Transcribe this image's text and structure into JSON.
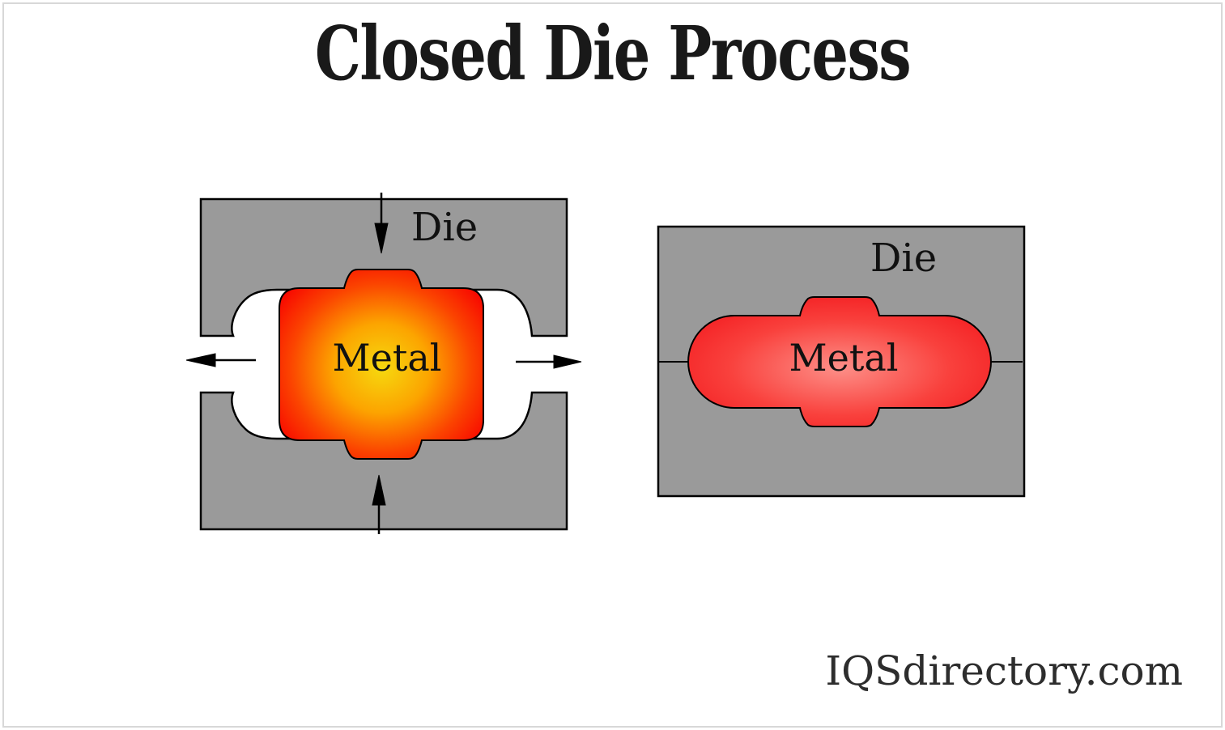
{
  "title": "Closed Die Process",
  "watermark": "IQSdirectory.com",
  "figures": {
    "left": {
      "die_label": "Die",
      "metal_label": "Metal",
      "icons": [
        "arrow-down",
        "arrow-up",
        "arrow-left",
        "arrow-right"
      ]
    },
    "right": {
      "die_label": "Die",
      "metal_label": "Metal"
    }
  },
  "colors": {
    "die_gray": "#9a9a9a",
    "outline": "#000000",
    "left_metal_center": "#f6d90f",
    "left_metal_mid": "#fca400",
    "left_metal_hot": "#fb4400",
    "left_metal_edge": "#f80600",
    "right_metal_center": "#fd8f88",
    "right_metal_mid": "#f9413d",
    "right_metal_edge": "#f2171c",
    "title_text": "#191919",
    "label_text": "#111111",
    "watermark_text": "#2d2d2d",
    "frame_border": "#d8d8d8"
  }
}
